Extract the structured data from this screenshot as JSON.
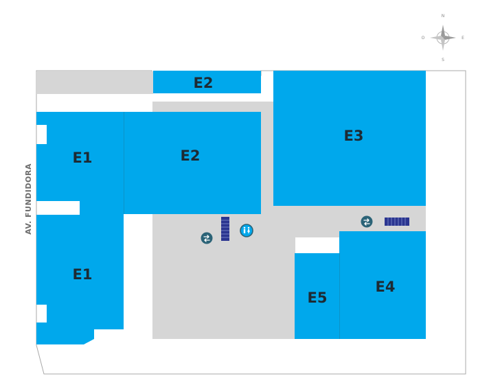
{
  "colors": {
    "hall": "#00a8ec",
    "floor": "#d6d6d6",
    "outline": "#a8a8a8",
    "icon": "#2b6377",
    "stairs": "#2b3590",
    "label": "#1d2a33"
  },
  "street": {
    "name": "AV. FUNDIDORA"
  },
  "compass": {
    "north": "N",
    "south": "S",
    "east": "E",
    "west": "O"
  },
  "halls": [
    {
      "id": "e2-top",
      "label": "E2"
    },
    {
      "id": "e1-upper",
      "label": "E1"
    },
    {
      "id": "e2-main",
      "label": "E2"
    },
    {
      "id": "e3",
      "label": "E3"
    },
    {
      "id": "e1-lower",
      "label": "E1"
    },
    {
      "id": "e5",
      "label": "E5"
    },
    {
      "id": "e4",
      "label": "E4"
    }
  ],
  "icons": [
    {
      "id": "elevator-left",
      "name": "elevator-icon"
    },
    {
      "id": "restroom",
      "name": "restroom-icon"
    },
    {
      "id": "elevator-right",
      "name": "elevator-icon"
    },
    {
      "id": "stairs-left",
      "name": "stairs-icon"
    },
    {
      "id": "stairs-right",
      "name": "stairs-icon"
    }
  ]
}
